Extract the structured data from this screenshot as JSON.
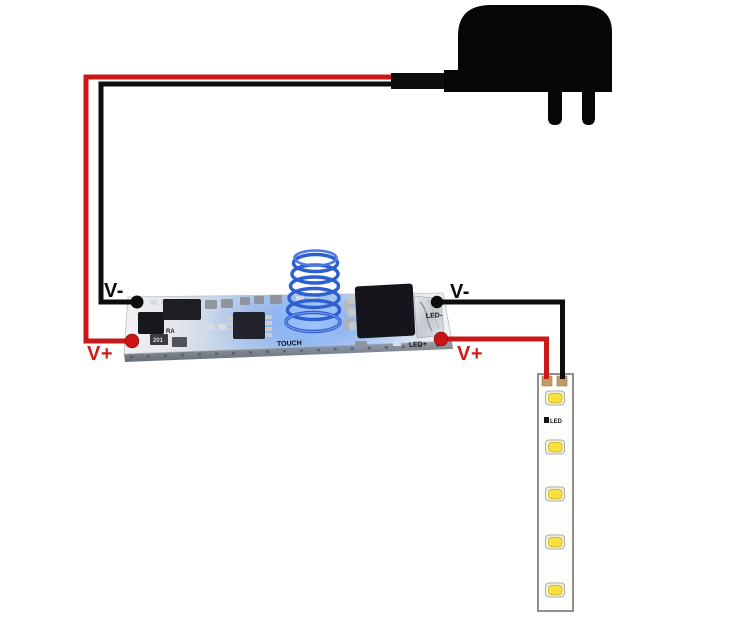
{
  "labels": {
    "input_minus": "V-",
    "input_plus": "V+",
    "output_minus": "V-",
    "output_plus": "V+"
  },
  "board_silkscreen": {
    "touch": "TOUCH",
    "led_minus": "LED-",
    "led_plus": "LED+",
    "ra": "RA",
    "resistor": "201"
  },
  "led_strip": {
    "marking": "LED",
    "led_count": 5
  },
  "colors": {
    "wire_positive": "#c91818",
    "wire_negative": "#0d0d0d",
    "adapter_body": "#060606",
    "label_positive": "#d51a1a",
    "label_negative": "#0a0a0a",
    "spring_blue": "#2e5fd0",
    "led_yellow": "#f6e23c",
    "solder_positive": "#cc1616",
    "solder_negative": "#0c0c0c"
  }
}
